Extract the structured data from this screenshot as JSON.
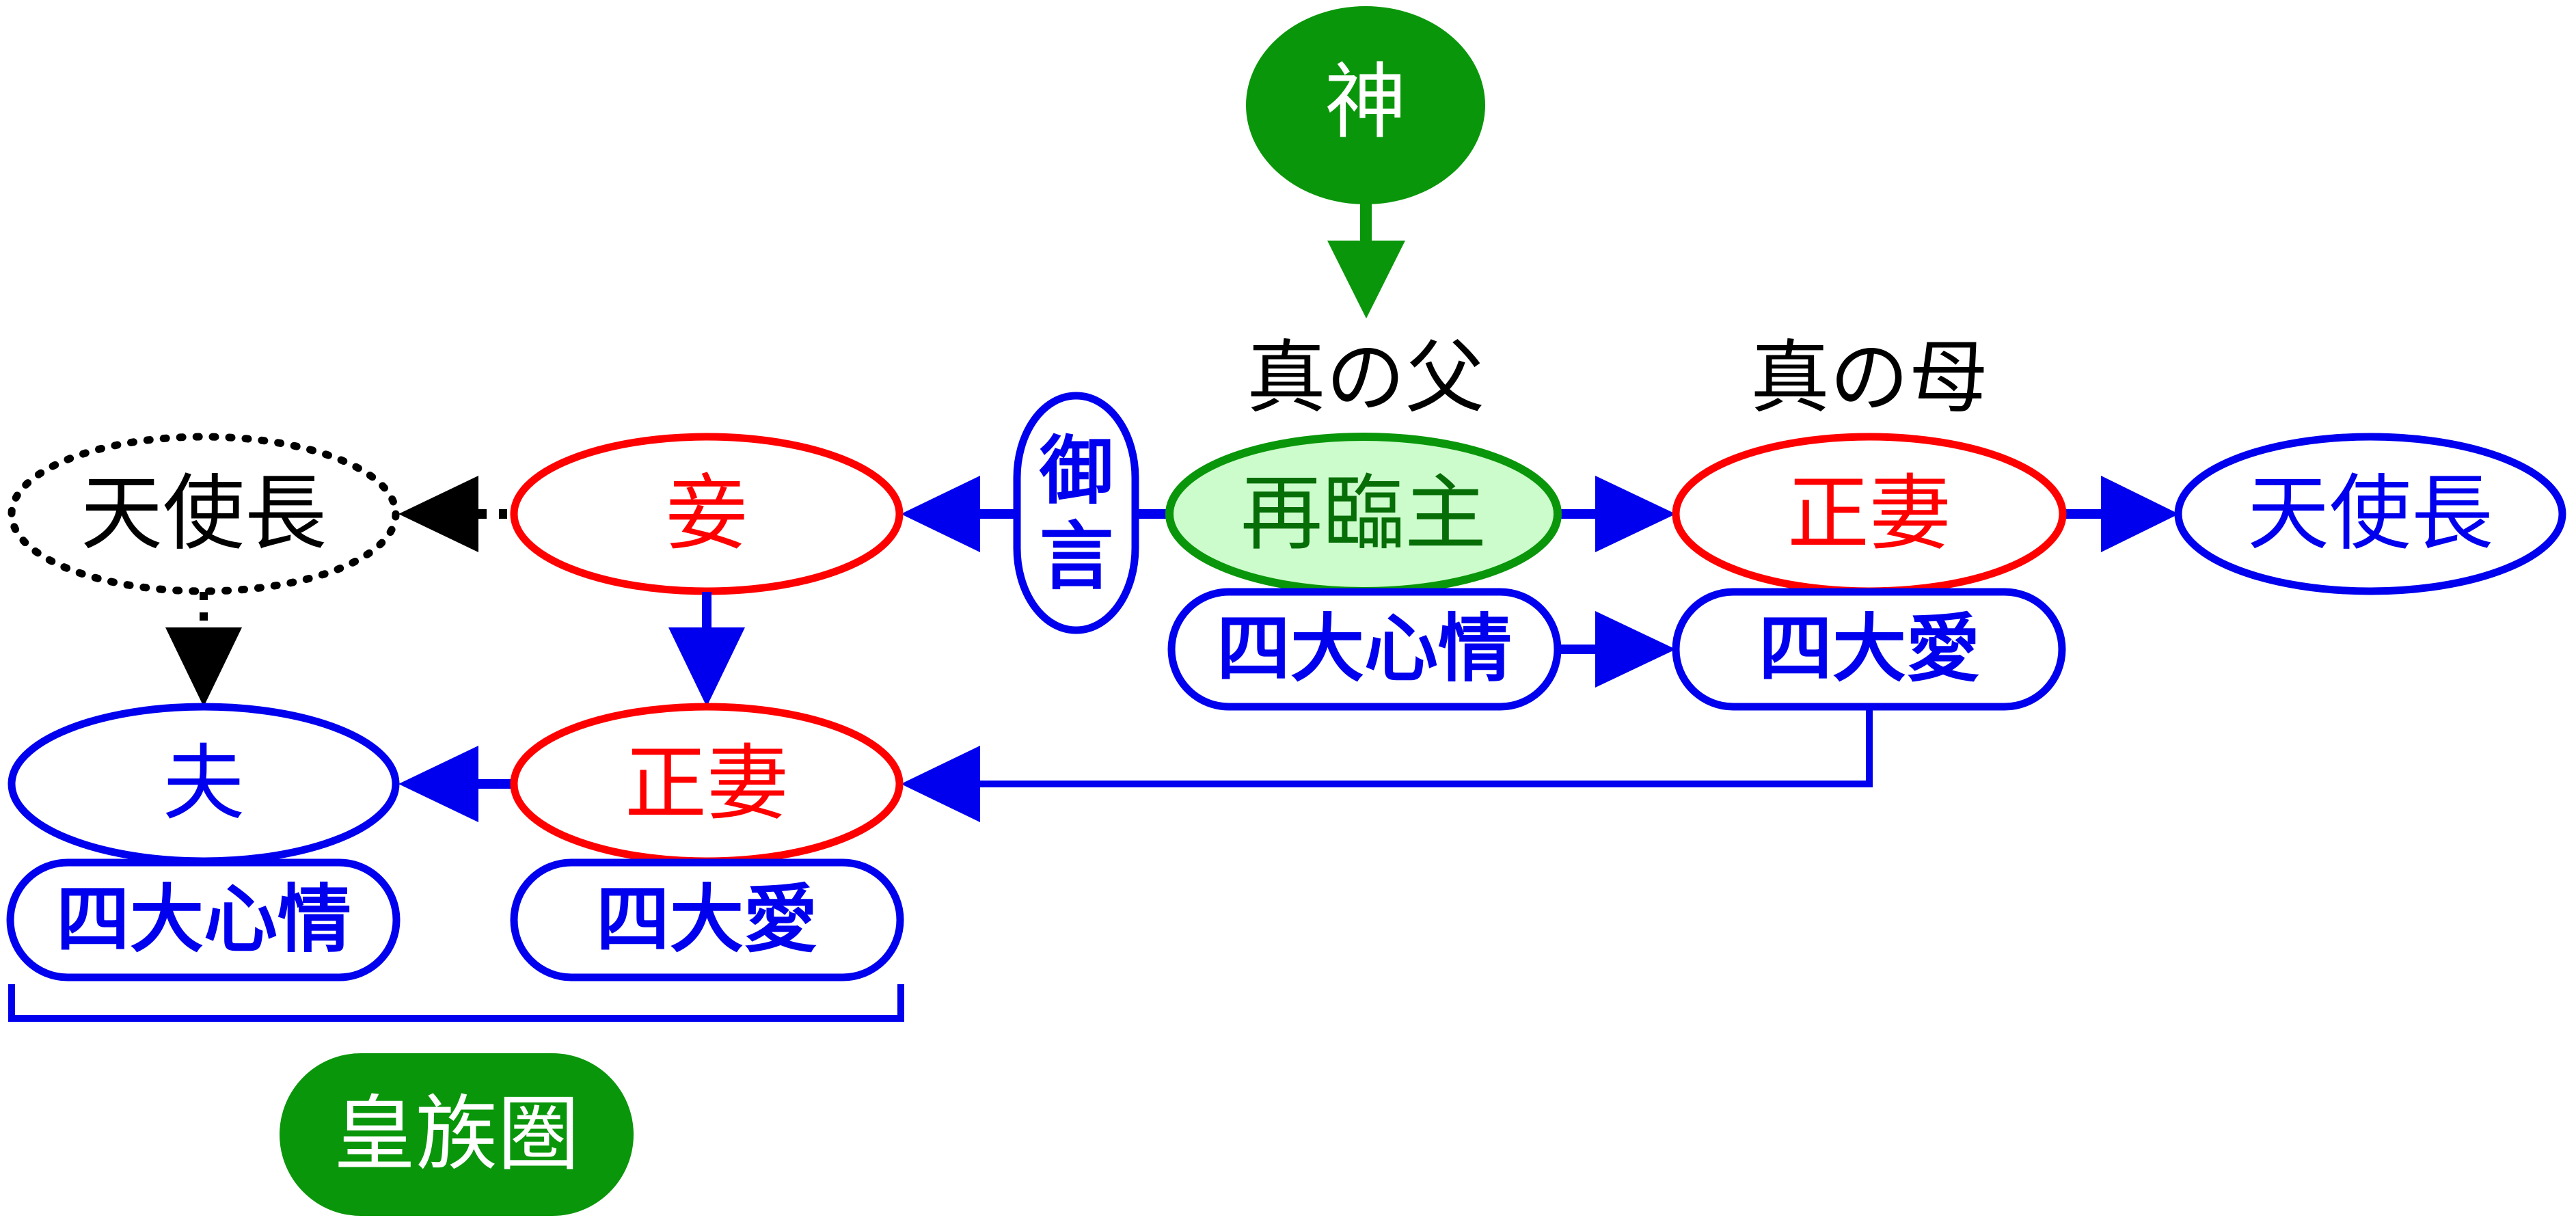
{
  "colors": {
    "green": "#0a960a",
    "dark_green": "#076e07",
    "light_green_fill": "#ccfccc",
    "blue": "#0000ee",
    "red": "#ff0000",
    "black": "#000000",
    "white": "#ffffff"
  },
  "nodes": {
    "god": "神",
    "true_father_label": "真の父",
    "true_mother_label": "真の母",
    "word": "御言",
    "lord_second_advent": "再臨主",
    "true_mother_wife": "正妻",
    "archangel_right": "天使長",
    "four_great_hearts_top": "四大心情",
    "four_great_loves_top": "四大愛",
    "archangel_left": "天使長",
    "concubine": "妾",
    "husband": "夫",
    "wife_bottom": "正妻",
    "four_great_hearts_bottom": "四大心情",
    "four_great_loves_bottom": "四大愛",
    "royal_family_sphere": "皇族圏"
  }
}
